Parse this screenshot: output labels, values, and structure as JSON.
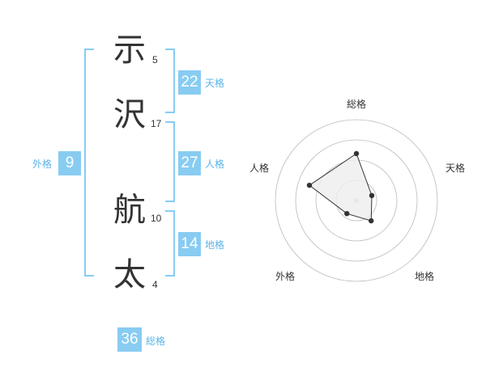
{
  "name": {
    "characters": [
      {
        "char": "示",
        "strokes": "5"
      },
      {
        "char": "沢",
        "strokes": "17"
      },
      {
        "char": "航",
        "strokes": "10"
      },
      {
        "char": "太",
        "strokes": "4"
      }
    ]
  },
  "kaku": {
    "tenkaku": {
      "value": "22",
      "label": "天格"
    },
    "jinkaku": {
      "value": "27",
      "label": "人格"
    },
    "chikaku": {
      "value": "14",
      "label": "地格"
    },
    "gaikaku": {
      "value": "9",
      "label": "外格"
    },
    "soukaku": {
      "value": "36",
      "label": "総格"
    }
  },
  "radar": {
    "axes": [
      "総格",
      "天格",
      "地格",
      "外格",
      "人格"
    ],
    "values": [
      0.58,
      0.2,
      0.31,
      0.2,
      0.61
    ],
    "ring_count": 4,
    "point_color": "#333333",
    "fill_color": "#eeeeee",
    "grid_color": "#bbbbbb"
  },
  "colors": {
    "accent": "#88ccf2",
    "label": "#5ab4e8",
    "text": "#333333"
  }
}
